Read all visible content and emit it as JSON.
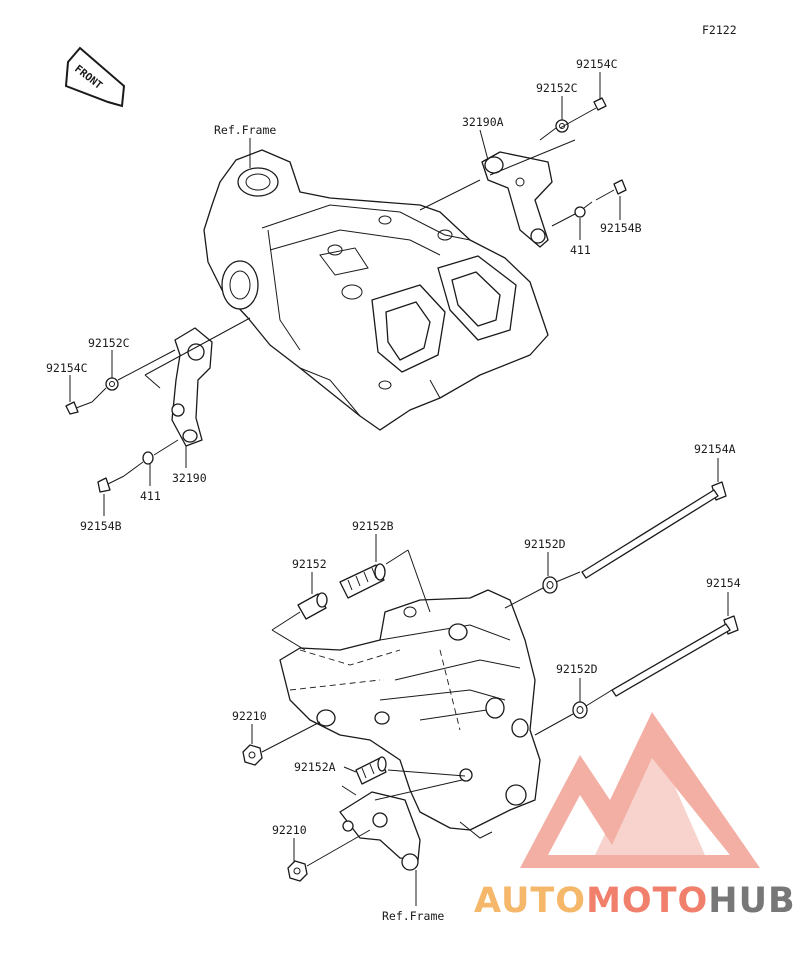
{
  "diagram": {
    "figure_code": "F2122",
    "front_badge": "FRONT",
    "ref_frame_label": "Ref.Frame",
    "callouts": {
      "p92154C_top": "92154C",
      "p92152C_top": "92152C",
      "p32190A": "32190A",
      "p92154B_top": "92154B",
      "p411_top": "411",
      "p92152C_left": "92152C",
      "p92154C_left": "92154C",
      "p411_left": "411",
      "p32190": "32190",
      "p92154B_left": "92154B",
      "p92154A": "92154A",
      "p92152B": "92152B",
      "p92152": "92152",
      "p92152D_top": "92152D",
      "p92154": "92154",
      "p92152D_mid": "92152D",
      "p92210_top": "92210",
      "p92152A": "92152A",
      "p92210_bottom": "92210"
    }
  },
  "watermark": {
    "brand_part1": "AUTO",
    "brand_part2": "MOTO",
    "brand_part3": "HUB",
    "colors": {
      "auto": "#f5b76a",
      "moto": "#f07f6c",
      "hub": "#777777",
      "logo": "#f3a79b"
    }
  }
}
